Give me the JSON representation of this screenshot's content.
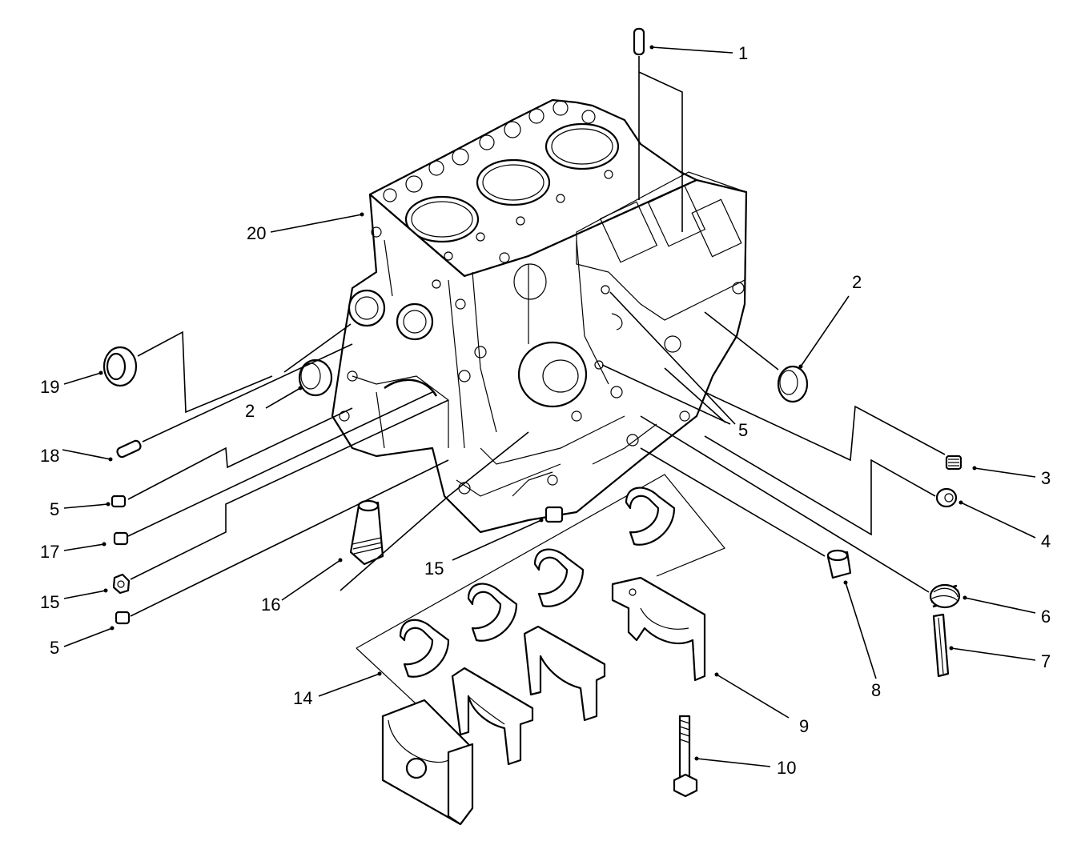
{
  "diagram": {
    "callouts": [
      {
        "id": "c1",
        "label": "1"
      },
      {
        "id": "c20",
        "label": "20"
      },
      {
        "id": "c2a",
        "label": "2"
      },
      {
        "id": "c2b",
        "label": "2"
      },
      {
        "id": "c19",
        "label": "19"
      },
      {
        "id": "c5a",
        "label": "5"
      },
      {
        "id": "c18",
        "label": "18"
      },
      {
        "id": "c3",
        "label": "3"
      },
      {
        "id": "c4",
        "label": "4"
      },
      {
        "id": "c5b",
        "label": "5"
      },
      {
        "id": "c17",
        "label": "17"
      },
      {
        "id": "c15a",
        "label": "15"
      },
      {
        "id": "c15b",
        "label": "15"
      },
      {
        "id": "c16",
        "label": "16"
      },
      {
        "id": "c6",
        "label": "6"
      },
      {
        "id": "c7",
        "label": "7"
      },
      {
        "id": "c5c",
        "label": "5"
      },
      {
        "id": "c8",
        "label": "8"
      },
      {
        "id": "c14",
        "label": "14"
      },
      {
        "id": "c9",
        "label": "9"
      },
      {
        "id": "c10",
        "label": "10"
      }
    ]
  }
}
